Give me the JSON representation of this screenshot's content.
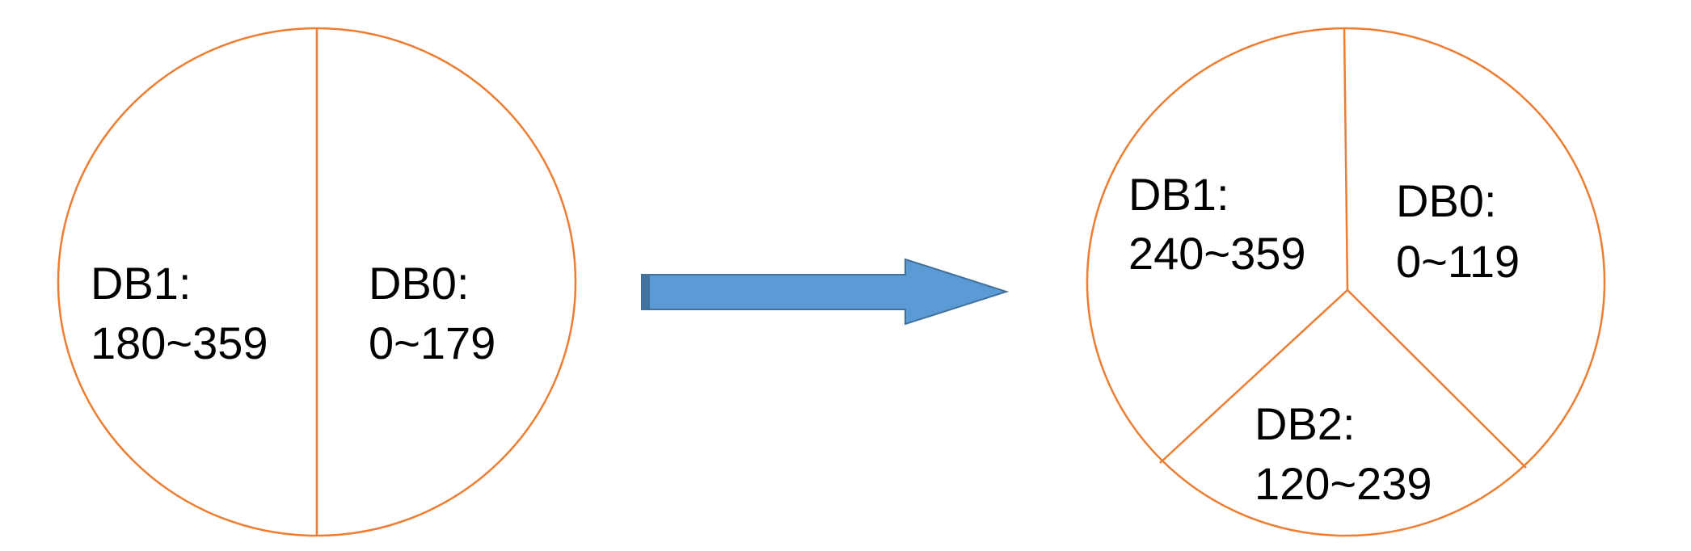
{
  "before": {
    "segments": [
      {
        "db": "DB1:",
        "range": "180~359"
      },
      {
        "db": "DB0:",
        "range": "0~179"
      }
    ]
  },
  "arrow": {
    "fill": "#5B9BD5",
    "stroke": "#41719C"
  },
  "after": {
    "segments": [
      {
        "db": "DB1:",
        "range": "240~359"
      },
      {
        "db": "DB0:",
        "range": "0~119"
      },
      {
        "db": "DB2:",
        "range": "120~239"
      }
    ]
  },
  "colors": {
    "partition_line": "#ED7D31",
    "text": "#000000",
    "background": "#FFFFFF"
  }
}
